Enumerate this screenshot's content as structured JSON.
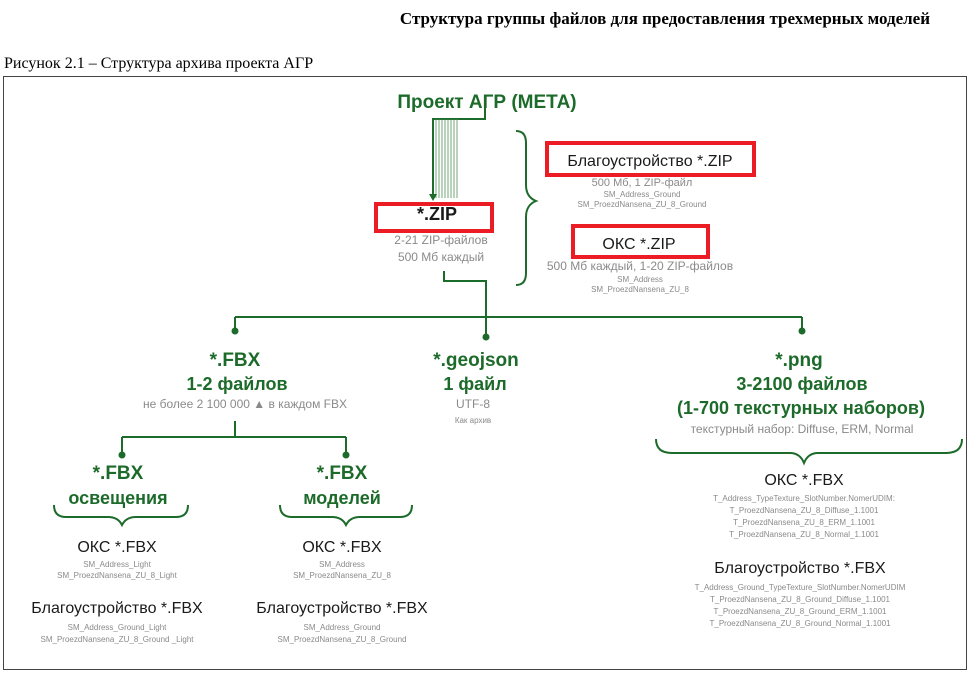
{
  "document": {
    "title": "Структура группы файлов для предоставления трехмерных моделей",
    "figure_caption": "Рисунок 2.1 – Структура архива проекта АГР"
  },
  "colors": {
    "green": "#1d6b2a",
    "red_highlight": "#ec1c24",
    "gray_text": "#8a8a8a"
  },
  "diagram": {
    "root": {
      "label": "Проект АГР (МЕТА)"
    },
    "zip": {
      "label": "*.ZIP",
      "count": "2-21 ZIP-файлов",
      "size": "500 Мб каждый"
    },
    "blago_zip": {
      "label": "Благоустройство *.ZIP",
      "desc": "500 Мб, 1 ZIP-файл",
      "pattern1": "SM_Address_Ground",
      "pattern2": "SM_ProezdNansena_ZU_8_Ground"
    },
    "oks_zip": {
      "label": "ОКС *.ZIP",
      "desc": "500 Мб каждый, 1-20 ZIP-файлов",
      "pattern1": "SM_Address",
      "pattern2": "SM_ProezdNansena_ZU_8"
    },
    "fbx": {
      "label": "*.FBX",
      "count": "1-2 файлов",
      "note": "не более 2 100 000 ▲  в каждом FBX"
    },
    "geojson": {
      "label": "*.geojson",
      "count": "1 файл",
      "encoding": "UTF-8",
      "note": "Как архив"
    },
    "png": {
      "label": "*.png",
      "count": "3-2100 файлов",
      "sets": "(1-700 текстурных наборов)",
      "set_desc": "текстурный набор: Diffuse, ERM, Normal",
      "oks": {
        "label": "ОКС *.FBX",
        "lines": [
          "T_Address_TypeTexture_SlotNumber.NomerUDIM:",
          "T_ProezdNansena_ZU_8_Diffuse_1.1001",
          "T_ProezdNansena_ZU_8_ERM_1.1001",
          "T_ProezdNansena_ZU_8_Normal_1.1001"
        ]
      },
      "blago": {
        "label": "Благоустройство *.FBX",
        "lines": [
          "T_Address_Ground_TypeTexture_SlotNumber.NomerUDIM",
          "T_ProezdNansena_ZU_8_Ground_Diffuse_1.1001",
          "T_ProezdNansena_ZU_8_Ground_ERM_1.1001",
          "T_ProezdNansena_ZU_8_Ground_Normal_1.1001"
        ]
      }
    },
    "fbx_light": {
      "label1": "*.FBX",
      "label2": "освещения",
      "oks": {
        "label": "ОКС *.FBX",
        "p1": "SM_Address_Light",
        "p2": "SM_ProezdNansena_ZU_8_Light"
      },
      "blago": {
        "label": "Благоустройство *.FBX",
        "p1": "SM_Address_Ground_Light",
        "p2": "SM_ProezdNansena_ZU_8_Ground _Light"
      }
    },
    "fbx_models": {
      "label1": "*.FBX",
      "label2": "моделей",
      "oks": {
        "label": "ОКС *.FBX",
        "p1": "SM_Address",
        "p2": "SM_ProezdNansena_ZU_8"
      },
      "blago": {
        "label": "Благоустройство *.FBX",
        "p1": "SM_Address_Ground",
        "p2": "SM_ProezdNansena_ZU_8_Ground"
      }
    }
  }
}
